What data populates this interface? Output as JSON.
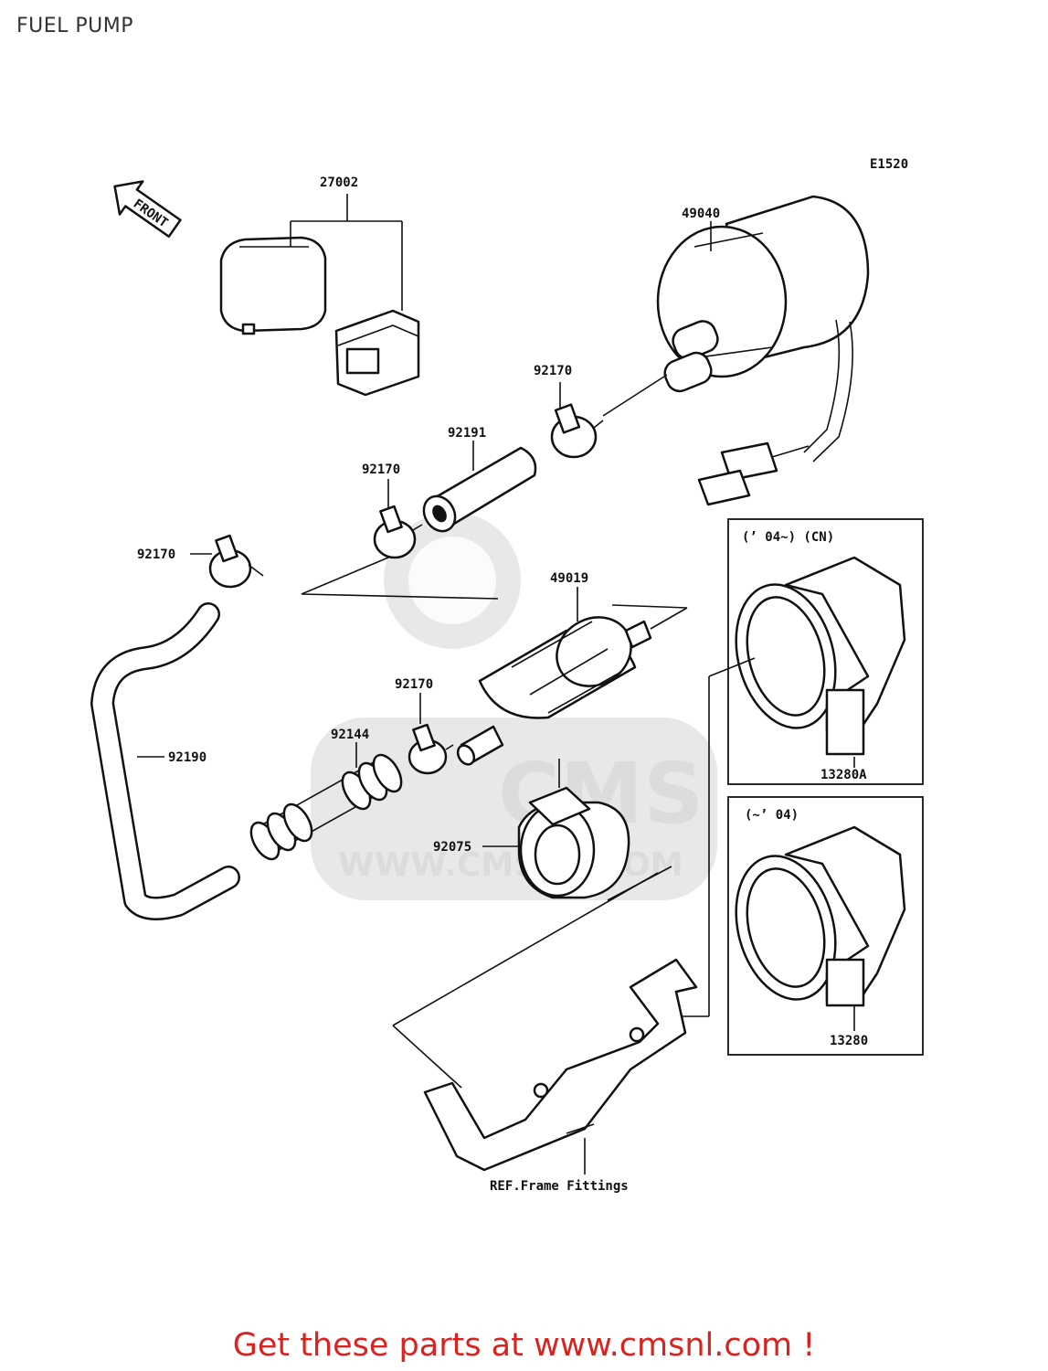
{
  "page": {
    "title": "FUEL PUMP",
    "footer": "Get these parts at www.cmsnl.com !"
  },
  "diagram": {
    "code": "E1520",
    "arrow_text": "FRONT",
    "watermark": {
      "main": "CMS",
      "url": "WWW.CMSNL.COM"
    },
    "labels": {
      "p27002": "27002",
      "p49040": "49040",
      "p92170_a": "92170",
      "p92191": "92191",
      "p92170_b": "92170",
      "p92170_c": "92170",
      "p49019": "49019",
      "p92170_d": "92170",
      "p92144": "92144",
      "p92190": "92190",
      "p92075": "92075",
      "p13280A": "13280A",
      "p13280": "13280",
      "ref_frame": "REF.Frame Fittings"
    },
    "insets": {
      "top_caption": "(’ 04~) (CN)",
      "bottom_caption": "(~’ 04)"
    }
  }
}
